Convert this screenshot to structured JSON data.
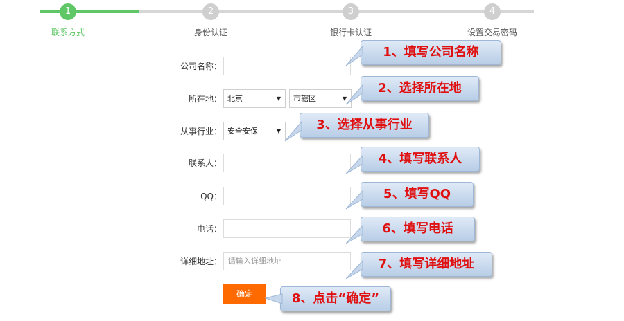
{
  "steps": [
    {
      "number": "1",
      "label": "联系方式"
    },
    {
      "number": "2",
      "label": "身份认证"
    },
    {
      "number": "3",
      "label": "银行卡认证"
    },
    {
      "number": "4",
      "label": "设置交易密码"
    }
  ],
  "form": {
    "company_name_label": "公司名称：",
    "location_label": "所在地：",
    "province_value": "北京",
    "district_value": "市辖区",
    "industry_label": "从事行业：",
    "industry_value": "安全安保",
    "contact_label": "联系人：",
    "qq_label": "QQ：",
    "phone_label": "电话：",
    "address_label": "详细地址：",
    "address_placeholder": "请输入详细地址",
    "confirm_label": "确定"
  },
  "callouts": [
    "1、填写公司名称",
    "2、选择所在地",
    "3、选择从事行业",
    "4、填写联系人",
    "5、填写QQ",
    "6、填写电话",
    "7、填写详细地址",
    "8、点击“确定”"
  ],
  "colors": {
    "active_step": "#5fc765",
    "inactive_step": "#cfcfcf",
    "confirm_button": "#ff6a00",
    "callout_text": "#e01010"
  }
}
